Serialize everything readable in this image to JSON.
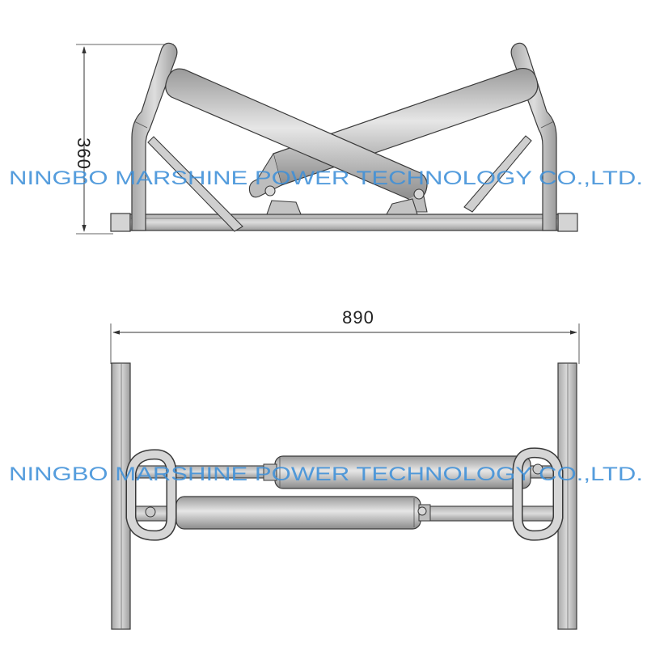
{
  "drawing": {
    "dimensions": {
      "height_label": "360",
      "width_label": "890"
    },
    "watermarks": [
      "NINGBO MARSHINE POWER TECHNOLOGY CO.,LTD.",
      "NINGBO MARSHINE POWER TECHNOLOGY CO.,LTD."
    ],
    "colors": {
      "steel_fill": "#c8c8c8",
      "steel_light": "#e4e4e4",
      "steel_dark": "#8a8a8a",
      "outline": "#3a3a3a",
      "dimension_line": "#333333",
      "watermark": "#3d8fd8"
    }
  }
}
